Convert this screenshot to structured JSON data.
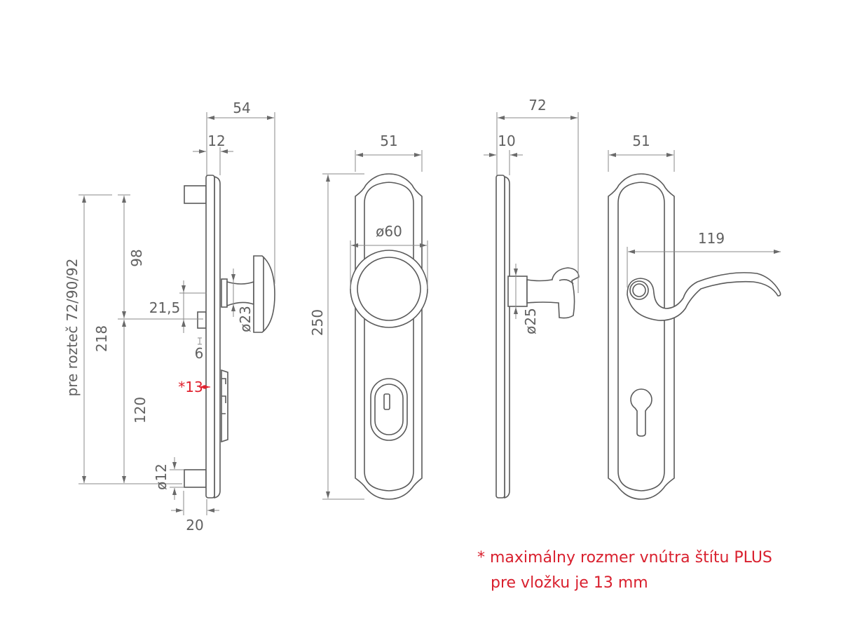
{
  "dimensions": {
    "side_knob": {
      "overall_depth": "54",
      "plate_depth": "12",
      "pitch_label": "pre rozteč 72/90/92",
      "total_height": "218",
      "upper": "98",
      "lower": "120",
      "offset": "21,5",
      "small": "6",
      "cylinder_max": "*13",
      "knob_neck": "ø23",
      "pin": "ø12",
      "pin_length": "20"
    },
    "front_knob": {
      "width": "51",
      "height": "250",
      "knob_diameter": "ø60"
    },
    "side_lever": {
      "overall_depth": "72",
      "plate_depth": "10",
      "neck": "ø25"
    },
    "front_lever": {
      "width": "51",
      "lever_length": "119"
    }
  },
  "note": {
    "line1": "* maximálny rozmer vnútra štítu PLUS",
    "line2": "pre vložku je 13 mm"
  },
  "colors": {
    "line": "#5a5a5a",
    "accent": "#d9202e"
  }
}
